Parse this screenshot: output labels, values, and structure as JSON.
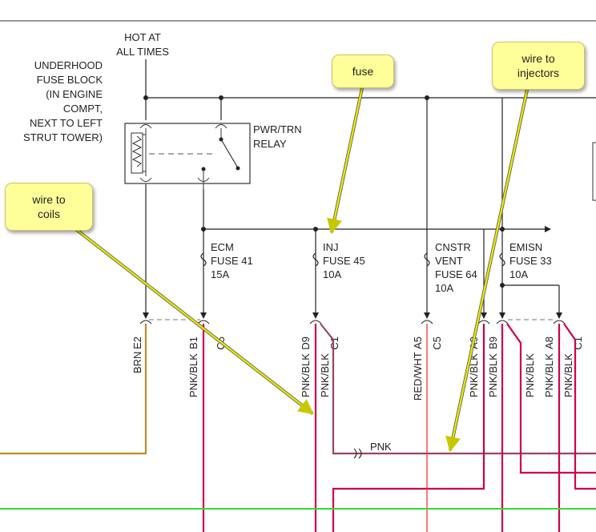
{
  "diagram": {
    "hot_at_all_times": [
      "HOT AT",
      "ALL TIMES"
    ],
    "fuse_block": [
      "UNDERHOOD",
      "FUSE BLOCK",
      "(IN ENGINE",
      "COMPT,",
      "NEXT TO LEFT",
      "STRUT TOWER)"
    ],
    "relay": [
      "PWR/TRN",
      "RELAY"
    ],
    "fuses": [
      {
        "lines": [
          "ECM",
          "FUSE 41",
          "15A"
        ]
      },
      {
        "lines": [
          "INJ",
          "FUSE 45",
          "10A"
        ]
      },
      {
        "lines": [
          "CNSTR",
          "VENT",
          "FUSE 64",
          "10A"
        ]
      },
      {
        "lines": [
          "EMISN",
          "FUSE 33",
          "10A"
        ]
      }
    ],
    "connector_pins": [
      "E2",
      "B1",
      "C5",
      "D9",
      "C1",
      "A5",
      "C5",
      "A9",
      "B9",
      "A8",
      "C1"
    ],
    "wire_colors": [
      "BRN",
      "PNK/BLK",
      "PNK/BLK",
      "PNK/BLK",
      "RED/WHT",
      "PNK/BLK",
      "PNK/BLK",
      "PNK/BLK",
      "PNK/BLK",
      "PNK/BLK"
    ],
    "pnk_label": "PNK",
    "colors": {
      "pnk": "#d0004b",
      "brown": "#c08a2a",
      "green": "#33dd33",
      "red": "#ff2222",
      "mauve": "#9a4466"
    }
  },
  "callouts": {
    "fuse": "fuse",
    "wire_to_injectors": "wire to\ninjectors",
    "wire_to_coils": "wire to\ncoils"
  }
}
